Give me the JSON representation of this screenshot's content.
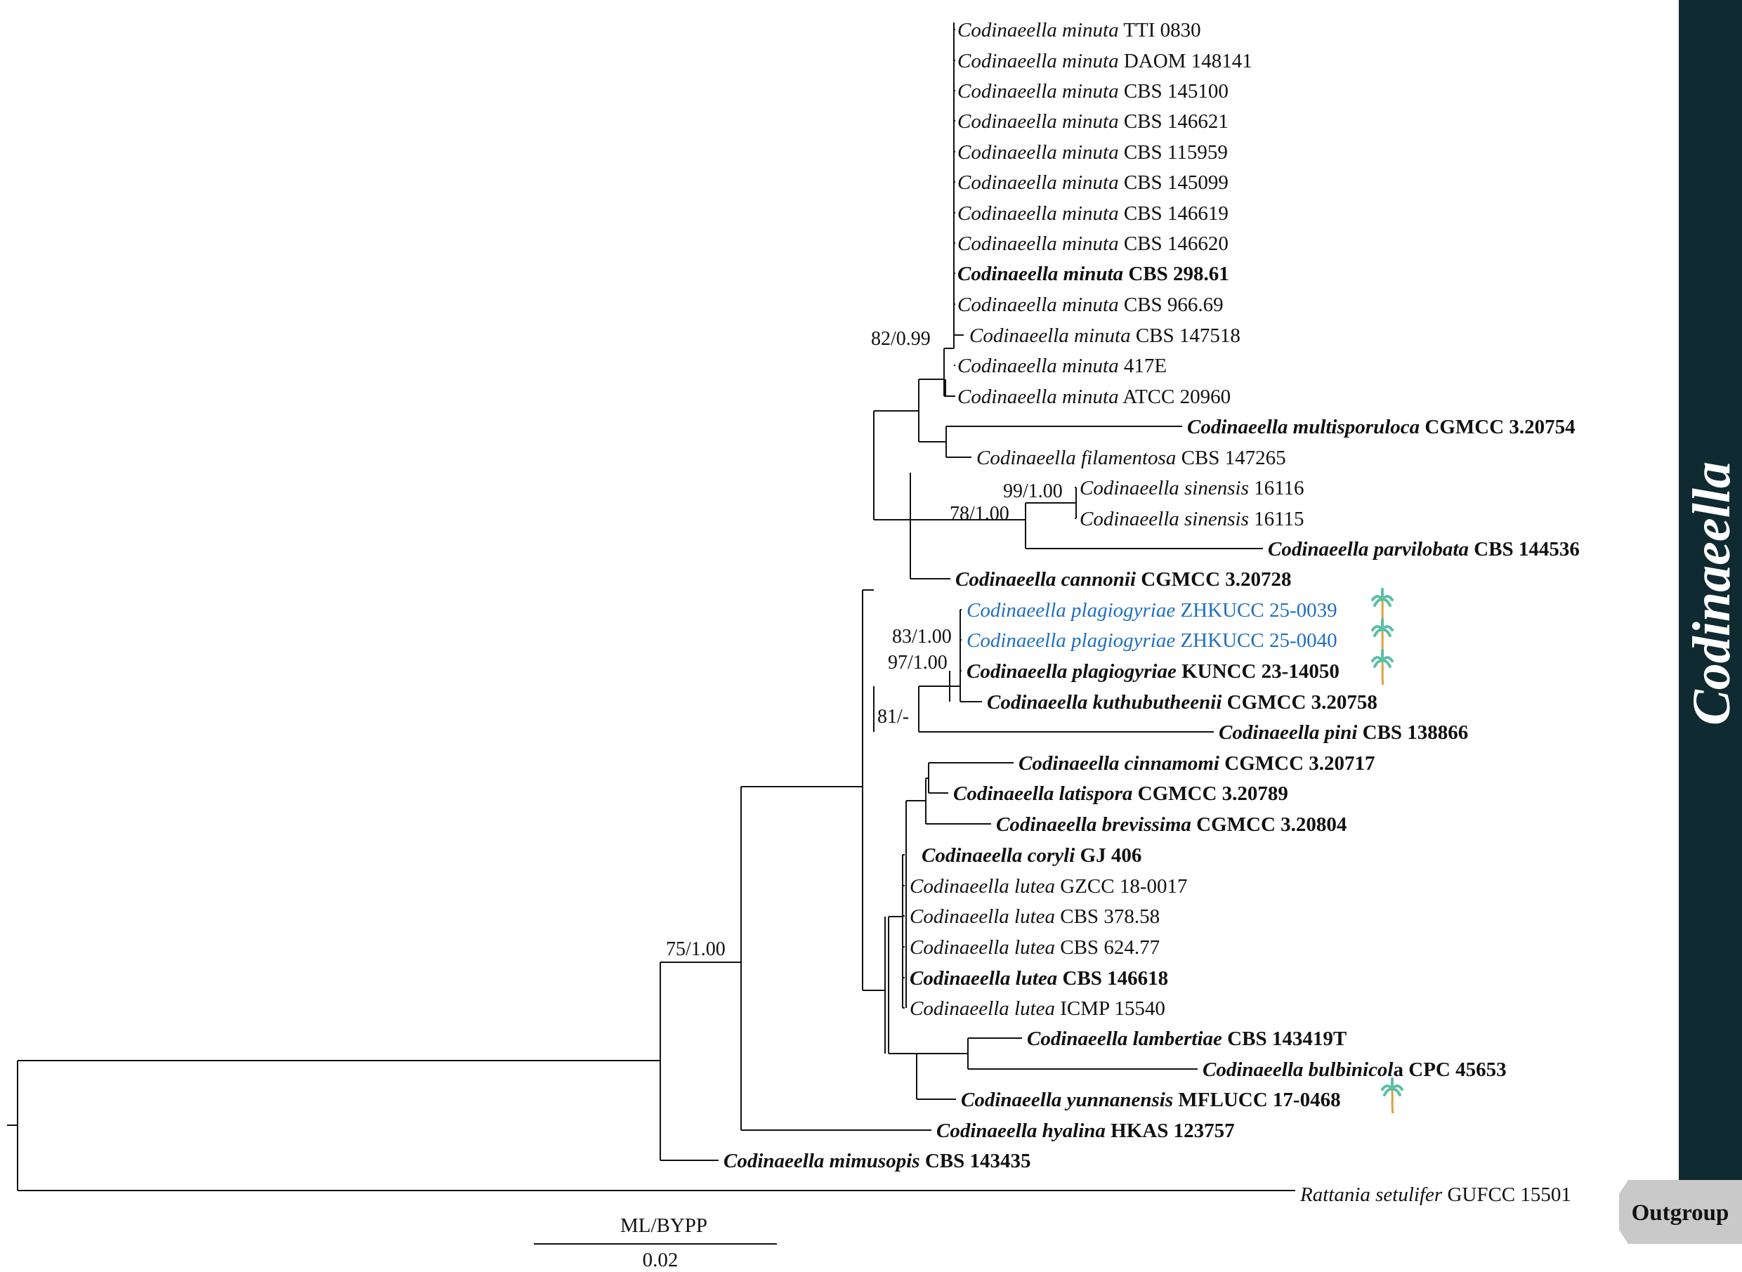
{
  "colors": {
    "text": "#111111",
    "highlight": "#1f6fbf",
    "clade_bar": "#0f2a30",
    "outgroup_box": "#c9c9c9",
    "palm_leaf": "#5cbfa6",
    "palm_trunk": "#e0a040"
  },
  "tips": [
    {
      "genus": "Codinaeella",
      "epithet": "minuta",
      "strain": "TTI 0830",
      "bold": false,
      "highlight": false,
      "palm": false
    },
    {
      "genus": "Codinaeella",
      "epithet": "minuta",
      "strain": "DAOM 148141",
      "bold": false,
      "highlight": false,
      "palm": false
    },
    {
      "genus": "Codinaeella",
      "epithet": "minuta",
      "strain": "CBS 145100",
      "bold": false,
      "highlight": false,
      "palm": false
    },
    {
      "genus": "Codinaeella",
      "epithet": "minuta",
      "strain": "CBS 146621",
      "bold": false,
      "highlight": false,
      "palm": false
    },
    {
      "genus": "Codinaeella",
      "epithet": "minuta",
      "strain": "CBS 115959",
      "bold": false,
      "highlight": false,
      "palm": false
    },
    {
      "genus": "Codinaeella",
      "epithet": "minuta",
      "strain": "CBS 145099",
      "bold": false,
      "highlight": false,
      "palm": false
    },
    {
      "genus": "Codinaeella",
      "epithet": "minuta",
      "strain": "CBS 146619",
      "bold": false,
      "highlight": false,
      "palm": false
    },
    {
      "genus": "Codinaeella",
      "epithet": "minuta",
      "strain": "CBS 146620",
      "bold": false,
      "highlight": false,
      "palm": false
    },
    {
      "genus": "Codinaeella",
      "epithet": "minuta",
      "strain": "CBS 298.61",
      "bold": true,
      "highlight": false,
      "palm": false
    },
    {
      "genus": "Codinaeella",
      "epithet": "minuta",
      "strain": "CBS 966.69",
      "bold": false,
      "highlight": false,
      "palm": false
    },
    {
      "genus": "Codinaeella",
      "epithet": "minuta",
      "strain": "CBS 147518",
      "bold": false,
      "highlight": false,
      "palm": false
    },
    {
      "genus": "Codinaeella",
      "epithet": "minuta",
      "strain": "417E",
      "bold": false,
      "highlight": false,
      "palm": false
    },
    {
      "genus": "Codinaeella",
      "epithet": "minuta",
      "strain": "ATCC 20960",
      "bold": false,
      "highlight": false,
      "palm": false
    },
    {
      "genus": "Codinaeella",
      "epithet": "multisporuloca",
      "strain": "CGMCC 3.20754",
      "bold": true,
      "highlight": false,
      "palm": false
    },
    {
      "genus": "Codinaeella",
      "epithet": "filamentosa",
      "strain": "CBS 147265",
      "bold": false,
      "highlight": false,
      "palm": false
    },
    {
      "genus": "Codinaeella",
      "epithet": "sinensis",
      "strain": "16116",
      "bold": false,
      "highlight": false,
      "palm": false
    },
    {
      "genus": "Codinaeella",
      "epithet": "sinensis",
      "strain": "16115",
      "bold": false,
      "highlight": false,
      "palm": false
    },
    {
      "genus": "Codinaeella",
      "epithet": "parvilobata",
      "strain": "CBS 144536",
      "bold": true,
      "highlight": false,
      "palm": false
    },
    {
      "genus": "Codinaeella",
      "epithet": "cannonii",
      "strain": "CGMCC 3.20728",
      "bold": true,
      "highlight": false,
      "palm": false
    },
    {
      "genus": "Codinaeella",
      "epithet": "plagiogyriae",
      "strain": "ZHKUCC 25-0039",
      "bold": false,
      "highlight": true,
      "palm": true
    },
    {
      "genus": "Codinaeella",
      "epithet": "plagiogyriae",
      "strain": "ZHKUCC 25-0040",
      "bold": false,
      "highlight": true,
      "palm": true
    },
    {
      "genus": "Codinaeella",
      "epithet": "plagiogyriae",
      "strain": "KUNCC 23-14050",
      "bold": true,
      "highlight": false,
      "palm": true
    },
    {
      "genus": "Codinaeella",
      "epithet": "kuthubutheenii",
      "strain": "CGMCC 3.20758",
      "bold": true,
      "highlight": false,
      "palm": false
    },
    {
      "genus": "Codinaeella",
      "epithet": "pini",
      "strain": "CBS 138866",
      "bold": true,
      "highlight": false,
      "palm": false
    },
    {
      "genus": "Codinaeella",
      "epithet": "cinnamomi",
      "strain": "CGMCC 3.20717",
      "bold": true,
      "highlight": false,
      "palm": false
    },
    {
      "genus": "Codinaeella",
      "epithet": "latispora",
      "strain": "CGMCC 3.20789",
      "bold": true,
      "highlight": false,
      "palm": false
    },
    {
      "genus": "Codinaeella",
      "epithet": "brevissima",
      "strain": "CGMCC 3.20804",
      "bold": true,
      "highlight": false,
      "palm": false
    },
    {
      "genus": "Codinaeella",
      "epithet": "coryli",
      "strain": "GJ 406",
      "bold": true,
      "highlight": false,
      "palm": false
    },
    {
      "genus": "Codinaeella",
      "epithet": "lutea",
      "strain": "GZCC 18-0017",
      "bold": false,
      "highlight": false,
      "palm": false
    },
    {
      "genus": "Codinaeella",
      "epithet": "lutea",
      "strain": "CBS 378.58",
      "bold": false,
      "highlight": false,
      "palm": false
    },
    {
      "genus": "Codinaeella",
      "epithet": "lutea",
      "strain": "CBS 624.77",
      "bold": false,
      "highlight": false,
      "palm": false
    },
    {
      "genus": "Codinaeella",
      "epithet": "lutea",
      "strain": "CBS 146618",
      "bold": true,
      "highlight": false,
      "palm": false
    },
    {
      "genus": "Codinaeella",
      "epithet": "lutea",
      "strain": "ICMP 15540",
      "bold": false,
      "highlight": false,
      "palm": false
    },
    {
      "genus": "Codinaeella",
      "epithet": "lambertiae",
      "strain": "CBS 143419T",
      "bold": true,
      "highlight": false,
      "palm": false
    },
    {
      "genus": "Codinaeella",
      "epithet": "bulbinicol",
      "epithet_suffix": "a",
      "strain": "CPC 45653",
      "bold": true,
      "highlight": false,
      "palm": false
    },
    {
      "genus": "Codinaeella",
      "epithet": "yunnanensis",
      "strain": "MFLUCC 17-0468",
      "bold": true,
      "highlight": false,
      "palm": true
    },
    {
      "genus": "Codinaeella",
      "epithet": "hyalina",
      "strain": "HKAS 123757",
      "bold": true,
      "highlight": false,
      "palm": false
    },
    {
      "genus": "Codinaeella",
      "epithet": "mimusopis",
      "strain": "CBS 143435",
      "bold": true,
      "highlight": false,
      "palm": false
    },
    {
      "genus": "Rattania",
      "epithet": "setulifer",
      "strain": "GUFCC 15501",
      "bold": false,
      "highlight": false,
      "palm": false
    }
  ],
  "support_values": [
    "82/0.99",
    "99/1.00",
    "78/1.00",
    "83/1.00",
    "97/1.00",
    "81/-",
    "75/1.00"
  ],
  "clade_label": "Codinaeella",
  "outgroup_label": "Outgroup",
  "legend": {
    "support_key": "ML/BYPP",
    "scale_value": "0.02"
  }
}
